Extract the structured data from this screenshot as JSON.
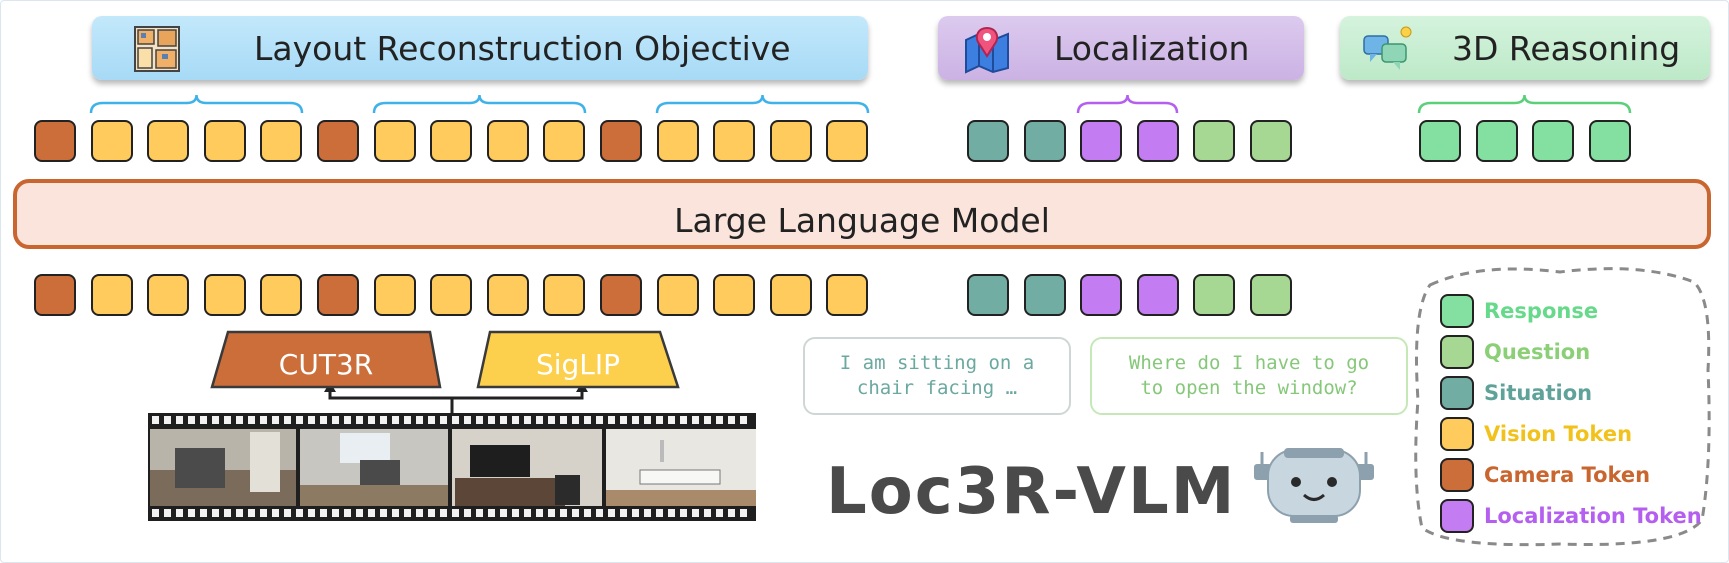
{
  "headers": {
    "layout": {
      "label": "Layout Reconstruction Objective",
      "color": "#b9e3f8"
    },
    "localization": {
      "label": "Localization",
      "color": "#d7c4ea"
    },
    "reasoning": {
      "label": "3D Reasoning",
      "color": "#c9efd4"
    }
  },
  "llm": {
    "label": "Large Language Model"
  },
  "encoders": {
    "cut3r": {
      "label": "CUT3R",
      "color": "#cc6e3a"
    },
    "siglip": {
      "label": "SigLIP",
      "color": "#fccf4d"
    }
  },
  "speech": {
    "situation": {
      "line1": "I am sitting on a",
      "line2": "chair facing …",
      "color": "#72ada3"
    },
    "question": {
      "line1": "Where do I have to go",
      "line2": "to open the window?",
      "color": "#8bcf77"
    }
  },
  "brand": {
    "name": "Loc3R-VLM"
  },
  "legend": [
    {
      "key": "response",
      "label": "Response",
      "color": "#66d98a"
    },
    {
      "key": "question",
      "label": "Question",
      "color": "#8bcf77"
    },
    {
      "key": "situation",
      "label": "Situation",
      "color": "#5fa299"
    },
    {
      "key": "vision",
      "label": "Vision Token",
      "color": "#f2c21c"
    },
    {
      "key": "camera",
      "label": "Camera Token",
      "color": "#c9652f"
    },
    {
      "key": "localization",
      "label": "Localization Token",
      "color": "#b45ff0"
    }
  ],
  "icons": {
    "floorplan": "floorplan-icon",
    "map_pin": "map-pin-icon",
    "qa": "qa-chat-icon",
    "robot": "robot-icon"
  }
}
